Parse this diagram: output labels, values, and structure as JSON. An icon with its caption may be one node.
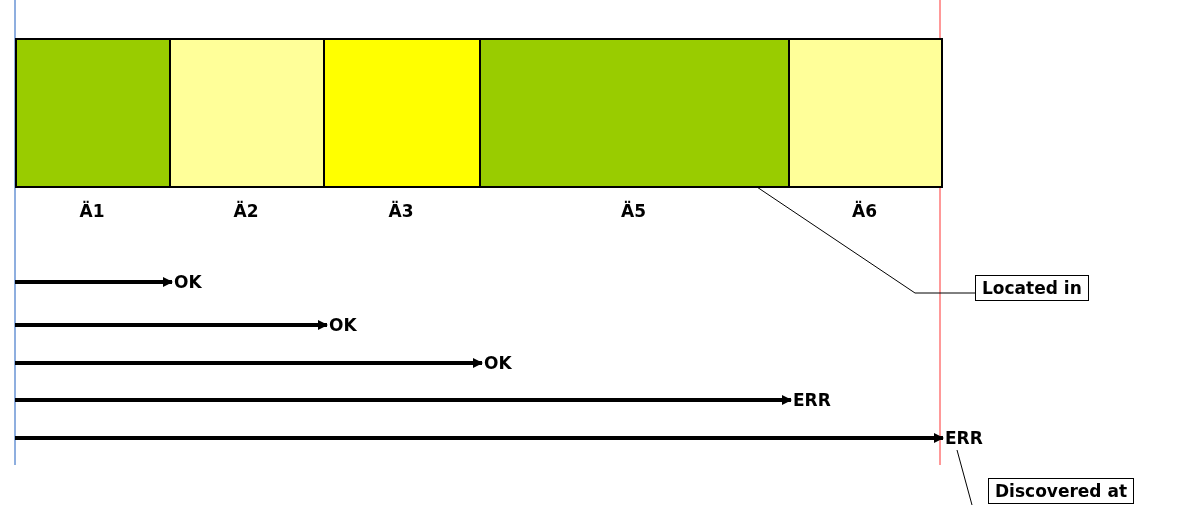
{
  "diagram": {
    "nodes": [
      {
        "text": [
          "Ä1"
        ]
      },
      {
        "text": [
          "Ä2"
        ]
      },
      {
        "text": [
          "Ä3"
        ]
      },
      {
        "text": [
          "Ä5"
        ]
      },
      {
        "text": [
          "Ä6"
        ]
      },
      {
        "text": [
          "OK"
        ]
      },
      {
        "text": [
          "OK"
        ]
      },
      {
        "text": [
          "OK"
        ]
      },
      {
        "text": [
          "ERR"
        ]
      },
      {
        "text": [
          "ERR"
        ]
      },
      {
        "text": [
          "Located in"
        ]
      },
      {
        "text": [
          "Discovered at"
        ]
      }
    ],
    "edges": [
      {
        "from": null,
        "to": 5,
        "arrow": "to"
      },
      {
        "from": null,
        "to": 6,
        "arrow": "to"
      },
      {
        "from": null,
        "to": 7,
        "arrow": "to"
      },
      {
        "from": null,
        "to": 8,
        "arrow": "to"
      },
      {
        "from": null,
        "to": 9,
        "arrow": "to"
      },
      {
        "from": 10,
        "to": 3,
        "arrow": "none"
      },
      {
        "from": 11,
        "to": 9,
        "arrow": "none"
      }
    ]
  }
}
